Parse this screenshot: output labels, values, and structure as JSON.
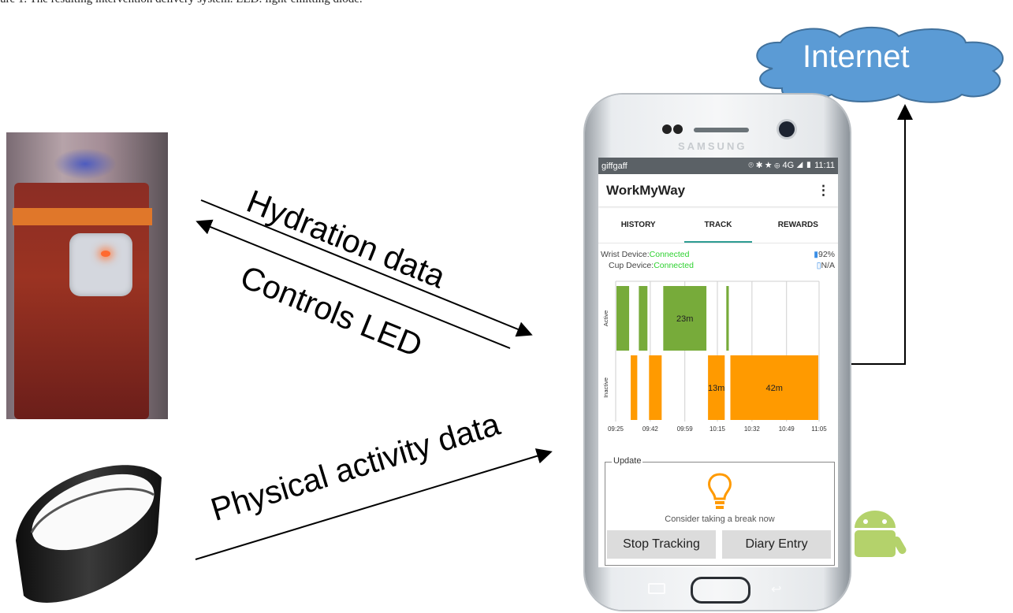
{
  "caption": "ure 1.  The resulting intervention delivery system. LED: light-emitting diode.",
  "internet_label": "Internet",
  "labels": {
    "hydration": "Hydration data",
    "controls": "Controls LED",
    "physical": "Physical activity data"
  },
  "phone": {
    "brand": "SAMSUNG",
    "status": {
      "carrier": "giffgaff",
      "icons": "⌾ ✱ ★ ⊕ 4G ◢ ▮ 11:11"
    },
    "app_title": "WorkMyWay",
    "menu_icon": "⋮",
    "tabs": [
      "HISTORY",
      "TRACK",
      "REWARDS"
    ],
    "active_tab": "TRACK",
    "wrist_label": "Wrist Device:",
    "cup_label": "Cup Device:",
    "connected": "Connected",
    "wrist_battery": "92%",
    "cup_battery": "N/A",
    "update_title": "Update",
    "hint": "Consider taking a break now",
    "stop_button": "Stop Tracking",
    "diary_button": "Diary Entry"
  },
  "chart_data": {
    "type": "bar",
    "x_ticks": [
      "09:25",
      "09:42",
      "09:59",
      "10:15",
      "10:32",
      "10:49",
      "11:05"
    ],
    "rows": [
      "Active",
      "Inactive"
    ],
    "colors": {
      "active": "#77ab3a",
      "inactive": "#ff9a00"
    },
    "active_blocks": [
      {
        "start": "09:25",
        "end": "09:32",
        "label": ""
      },
      {
        "start": "09:36",
        "end": "09:41",
        "label": ""
      },
      {
        "start": "09:48",
        "end": "10:10",
        "label": "23m"
      },
      {
        "start": "10:19",
        "end": "10:21",
        "label": ""
      }
    ],
    "inactive_blocks": [
      {
        "start": "09:32",
        "end": "09:36",
        "label": ""
      },
      {
        "start": "09:41",
        "end": "09:48",
        "label": ""
      },
      {
        "start": "10:10",
        "end": "10:19",
        "label": "13m"
      },
      {
        "start": "10:21",
        "end": "11:05",
        "label": "42m"
      }
    ]
  }
}
